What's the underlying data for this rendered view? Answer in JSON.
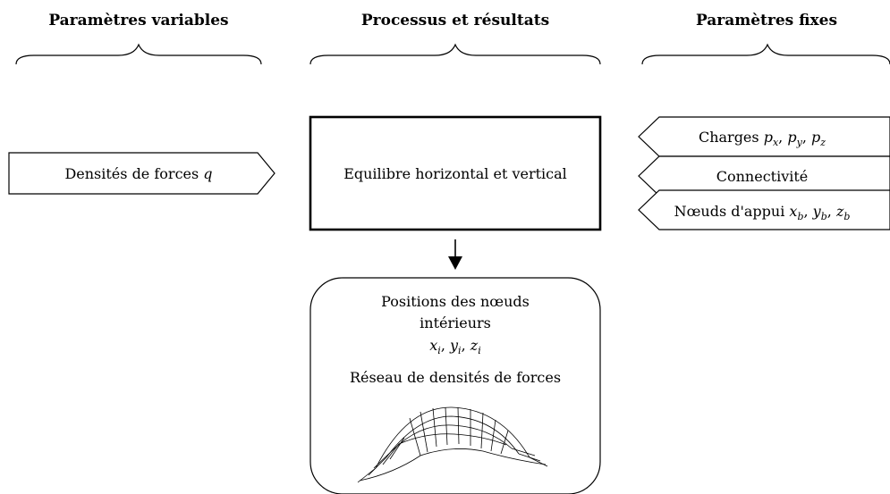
{
  "headers": {
    "left": "Paramètres variables",
    "center": "Processus et résultats",
    "right": "Paramètres fixes"
  },
  "input": {
    "label": "Densités de forces ",
    "var": "q"
  },
  "process": {
    "label": "Equilibre horizontal et vertical"
  },
  "fixed": {
    "charges": {
      "label": "Charges ",
      "vars": [
        "p",
        "p",
        "p"
      ],
      "subs": [
        "x",
        "y",
        "z"
      ]
    },
    "connectivity": {
      "label": "Connectivité"
    },
    "supports": {
      "label": "Nœuds d'appui ",
      "vars": [
        "x",
        "y",
        "z"
      ],
      "subs": [
        "b",
        "b",
        "b"
      ]
    }
  },
  "result": {
    "line1": "Positions des nœuds",
    "line2": "intérieurs",
    "vars": [
      "x",
      "y",
      "z"
    ],
    "subs": [
      "i",
      "i",
      "i"
    ],
    "line4": "Réseau de densités de forces"
  }
}
